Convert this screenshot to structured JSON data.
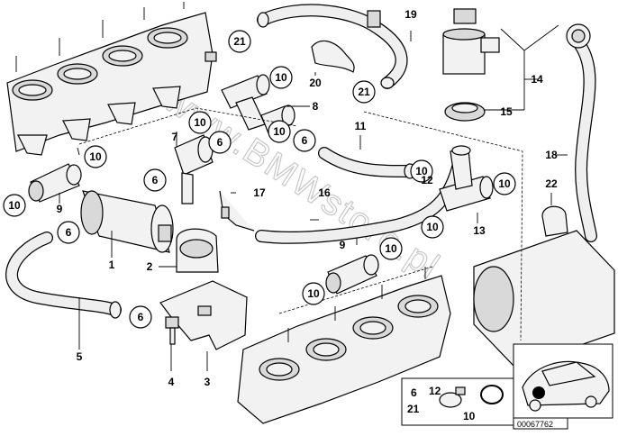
{
  "watermark": "www.BMWstore.pl",
  "diagram_number": "00067762",
  "callouts": {
    "c1": "1",
    "c2": "2",
    "c3": "3",
    "c4": "4",
    "c5": "5",
    "c6a": "6",
    "c6b": "6",
    "c6c": "6",
    "c6d": "6",
    "c6e": "6",
    "c7": "7",
    "c8": "8",
    "c9a": "9",
    "c9b": "9",
    "c10a": "10",
    "c10b": "10",
    "c10c": "10",
    "c10d": "10",
    "c10e": "10",
    "c10f": "10",
    "c10g": "10",
    "c10h": "10",
    "c10i": "10",
    "c10j": "10",
    "c11": "11",
    "c12": "12",
    "c13": "13",
    "c14": "14",
    "c15": "15",
    "c16": "16",
    "c17": "17",
    "c18": "18",
    "c19": "19",
    "c20": "20",
    "c21a": "21",
    "c21b": "21",
    "c22": "22"
  },
  "inset_labels": {
    "l6": "6",
    "l21": "21",
    "l12": "12",
    "l10": "10"
  }
}
